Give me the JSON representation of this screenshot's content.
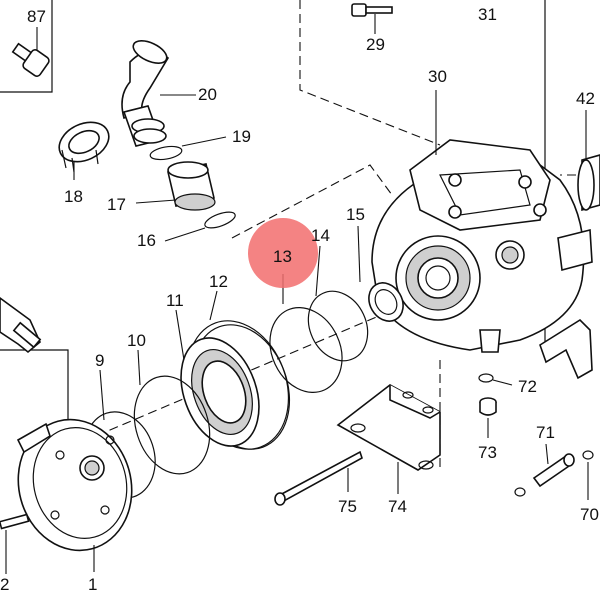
{
  "diagram": {
    "highlight_color": "#f26d6d",
    "highlighted_part": "13",
    "part_labels": {
      "p87": "87",
      "p29": "29",
      "p31": "31",
      "p30": "30",
      "p42": "42",
      "p20": "20",
      "p19": "19",
      "p18": "18",
      "p17": "17",
      "p16": "16",
      "p15": "15",
      "p14": "14",
      "p13": "13",
      "p12": "12",
      "p11": "11",
      "p10": "10",
      "p9": "9",
      "p1": "1",
      "p2": "2",
      "p72": "72",
      "p73": "73",
      "p71": "71",
      "p70": "70",
      "p74": "74",
      "p75": "75"
    }
  }
}
